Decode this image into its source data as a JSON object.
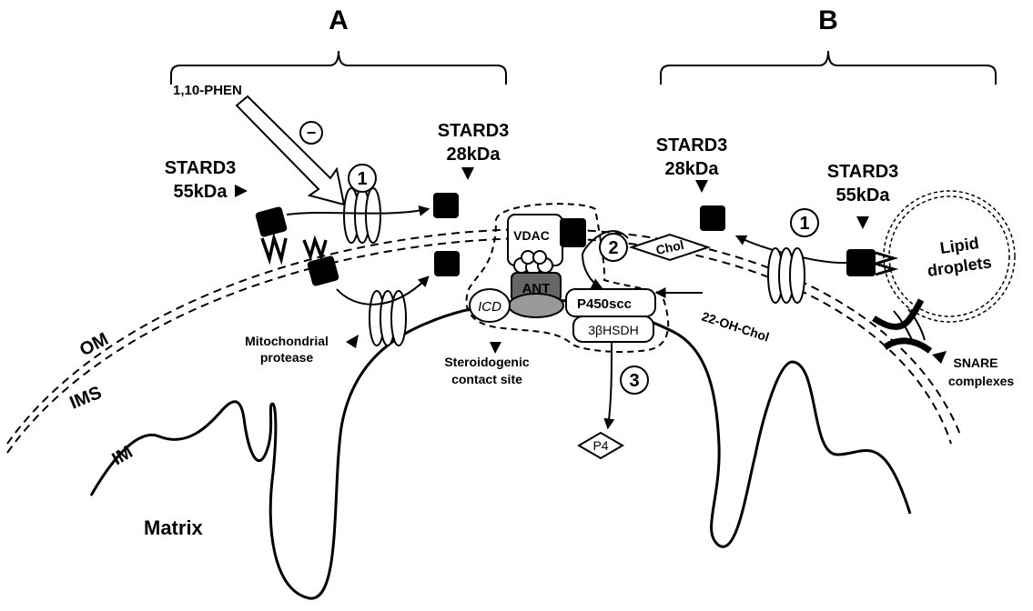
{
  "panels": {
    "a": "A",
    "b": "B"
  },
  "labels": {
    "phen": "1,10-PHEN",
    "inhibit": "−",
    "stard3": "STARD3",
    "kda55": "55kDa",
    "kda28": "28kDa",
    "vdac": "VDAC",
    "ant": "ANT",
    "icd": "ICD",
    "p450": "P450scc",
    "hsdh": "3βHSDH",
    "chol": "Chol",
    "oh_chol": "22-OH-Chol",
    "p4": "P4",
    "lipid1": "Lipid",
    "lipid2": "droplets",
    "snare1": "SNARE",
    "snare2": "complexes",
    "protease1": "Mitochondrial",
    "protease2": "protease",
    "contact1": "Steroidogenic",
    "contact2": "contact site",
    "om": "OM",
    "ims": "IMS",
    "im": "IM",
    "matrix": "Matrix"
  },
  "steps": [
    "1",
    "2",
    "3"
  ]
}
